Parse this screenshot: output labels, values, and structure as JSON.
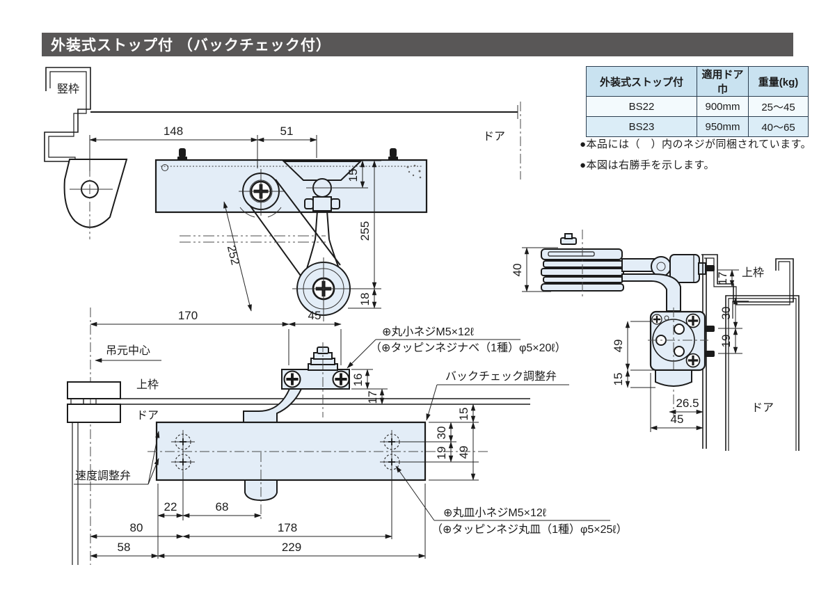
{
  "title": "外装式ストップ付 （バックチェック付）",
  "spec_table": {
    "headers": [
      "外装式ストップ付",
      "適用ドア巾",
      "重量(kg)"
    ],
    "rows": [
      [
        "BS22",
        "900mm",
        "25〜45"
      ],
      [
        "BS23",
        "950mm",
        "40〜65"
      ]
    ]
  },
  "notes": [
    "●本品には（　）内のネジが同梱されています。",
    "●本図は右勝手を示します。"
  ],
  "colors": {
    "title_bg": "#595757",
    "body_fill": "#e3edf7",
    "table_header_bg": "#c9e2f0",
    "table_row_alt_bg": "#dbedf7",
    "table_border": "#2b3e50"
  },
  "plan_view": {
    "frame_label": "竪枠",
    "door_label": "ドア",
    "dim_148": "148",
    "dim_51": "51",
    "dim_15": "15",
    "dim_255": "255",
    "dim_252": "252",
    "dim_18": "18"
  },
  "elevation_view": {
    "hinge_center_label": "吊元中心",
    "top_frame_label": "上枠",
    "door_label": "ドア",
    "speed_valve_label": "速度調整弁",
    "backcheck_valve_label": "バックチェック調整弁",
    "screw_note_top_line1": "⊕丸小ネジM5×12ℓ",
    "screw_note_top_line2": "（⊕タッピンネジナベ（1種）φ5×20ℓ）",
    "screw_note_bottom_line1": "⊕丸皿小ネジM5×12ℓ",
    "screw_note_bottom_line2": "（⊕タッピンネジ丸皿（1種）φ5×25ℓ）",
    "dim_170": "170",
    "dim_45": "45",
    "dim_16": "16",
    "dim_17": "17",
    "dim_15": "15",
    "dim_30": "30",
    "dim_19": "19",
    "dim_49": "49",
    "dim_22": "22",
    "dim_68": "68",
    "dim_80": "80",
    "dim_178": "178",
    "dim_58": "58",
    "dim_229": "229"
  },
  "side_view": {
    "top_frame_label": "上枠",
    "door_label": "ドア",
    "dim_40": "40",
    "dim_17": "17",
    "dim_30": "30",
    "dim_19": "19",
    "dim_49": "49",
    "dim_15": "15",
    "dim_26_5": "26.5",
    "dim_45": "45"
  }
}
